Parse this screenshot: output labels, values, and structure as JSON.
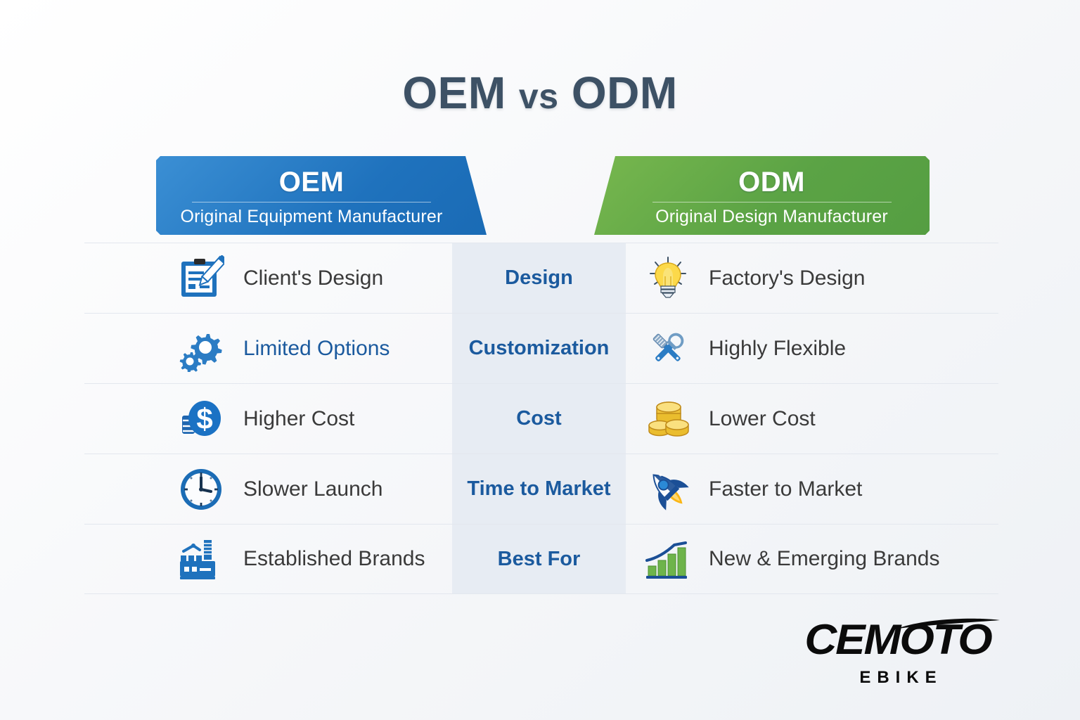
{
  "title": {
    "part1": "OEM",
    "vs": "vs",
    "part2": "ODM"
  },
  "headers": {
    "oem": {
      "abbr": "OEM",
      "full": "Original Equipment Manufacturer",
      "color": "#1f72bd"
    },
    "odm": {
      "abbr": "ODM",
      "full": "Original Design Manufacturer",
      "color": "#5ba345"
    }
  },
  "rows": [
    {
      "attribute": "Design",
      "oem_icon": "clipboard-pencil-icon",
      "oem_value": "Client's Design",
      "odm_icon": "lightbulb-icon",
      "odm_value": "Factory's Design"
    },
    {
      "attribute": "Customization",
      "oem_icon": "gears-icon",
      "oem_value": "Limited Options",
      "odm_icon": "tools-icon",
      "odm_value": "Highly Flexible"
    },
    {
      "attribute": "Cost",
      "oem_icon": "dollar-coin-icon",
      "oem_value": "Higher Cost",
      "odm_icon": "gold-coins-icon",
      "odm_value": "Lower Cost"
    },
    {
      "attribute": "Time to Market",
      "oem_icon": "clock-icon",
      "oem_value": "Slower Launch",
      "odm_icon": "rocket-icon",
      "odm_value": "Faster to Market"
    },
    {
      "attribute": "Best For",
      "oem_icon": "factory-icon",
      "oem_value": "Established Brands",
      "odm_icon": "growth-chart-icon",
      "odm_value": "New & Emerging Brands"
    }
  ],
  "logo": {
    "brand": "CEMOTO",
    "tagline": "EBIKE"
  },
  "colors": {
    "title": "#3d5165",
    "oem_blue": "#1f72bd",
    "odm_green": "#5ba345",
    "center_band": "#e7ecf3",
    "center_text": "#1b5a9e",
    "label_text": "#3a3a3a"
  }
}
